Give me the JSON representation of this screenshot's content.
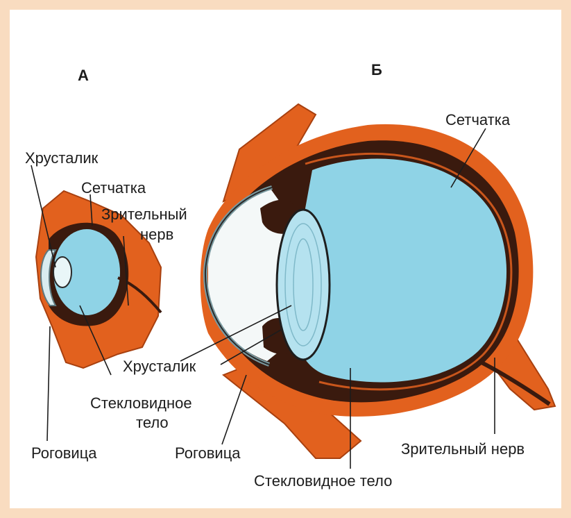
{
  "diagram_a": {
    "letter": "А",
    "labels": {
      "lens": "Хрусталик",
      "retina": "Сетчатка",
      "nerve_line1": "Зрительный",
      "nerve_line2": "нерв",
      "vitreous_line1": "Стекловидное",
      "vitreous_line2": "тело",
      "cornea": "Роговица"
    }
  },
  "diagram_b": {
    "letter": "Б",
    "labels": {
      "retina": "Сетчатка",
      "lens": "Хрусталик",
      "cornea": "Роговица",
      "nerve": "Зрительный нерв",
      "vitreous": "Стекловидное тело"
    }
  },
  "colors": {
    "background": "#f9dcc0",
    "tissue_orange": "#e2611e",
    "sclera_dark": "#3a1a0e",
    "vitreous_blue": "#8fd3e6",
    "lens_blue": "#b5e2ef",
    "aqueous_white": "#f4f8f8"
  }
}
